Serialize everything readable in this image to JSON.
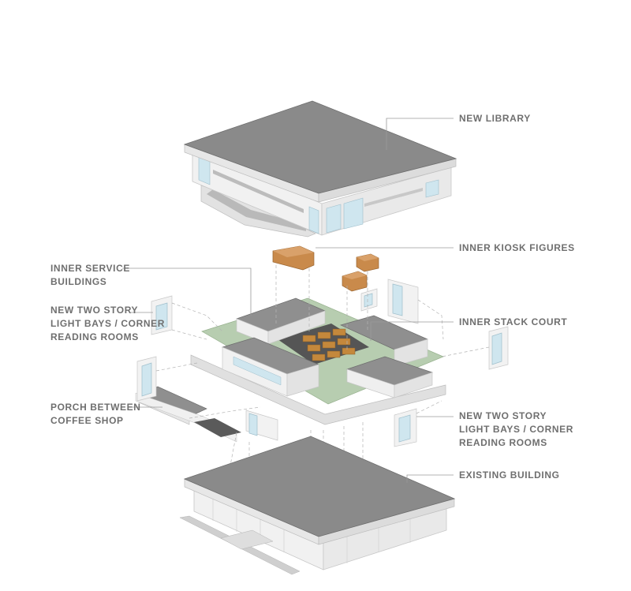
{
  "labels": {
    "new_library": "NEW LIBRARY",
    "inner_kiosk_figures": "INNER KIOSK FIGURES",
    "inner_service_buildings": [
      "INNER SERVICE",
      "BUILDINGS"
    ],
    "light_bays_left": [
      "NEW TWO STORY",
      "LIGHT BAYS / CORNER",
      "READING ROOMS"
    ],
    "inner_stack_court": "INNER STACK COURT",
    "porch_between_coffee_shop": [
      "PORCH BETWEEN",
      "COFFEE SHOP"
    ],
    "light_bays_right": [
      "NEW TWO STORY",
      "LIGHT BAYS / CORNER",
      "READING ROOMS"
    ],
    "existing_building": "EXISTING BUILDING"
  },
  "colors": {
    "roof": "#8a8a8a",
    "roof_edge": "#e7e7e7",
    "wall": "#efefef",
    "glass": "#cfe6ef",
    "kiosk": "#c98a4b",
    "stacks": "#c4883c",
    "court_floor": "#b7cdb0",
    "label_text": "#6f6f6f",
    "leader": "#9a9a9a"
  }
}
